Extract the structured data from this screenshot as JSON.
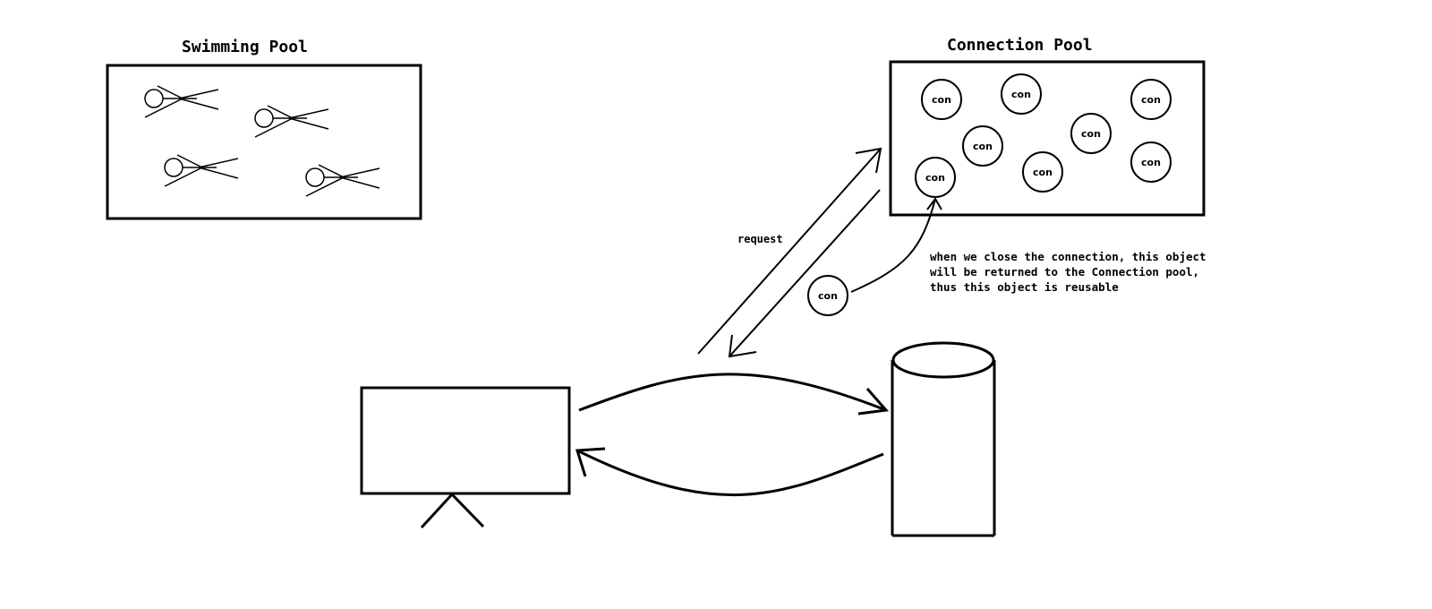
{
  "swimming_pool": {
    "title": "Swimming Pool",
    "swimmers": [
      "swimmer",
      "swimmer",
      "swimmer",
      "swimmer"
    ]
  },
  "connection_pool": {
    "title": "Connection Pool",
    "connection_label": "con",
    "connection_count": 8
  },
  "request_label": "request",
  "returned_connection_label": "con",
  "note": {
    "line1": "when we close the connection, this object",
    "line2": "will be returned to the Connection pool,",
    "line3": "thus this object is reusable"
  },
  "client_icon": "monitor-on-stand",
  "database_icon": "database-cylinder"
}
